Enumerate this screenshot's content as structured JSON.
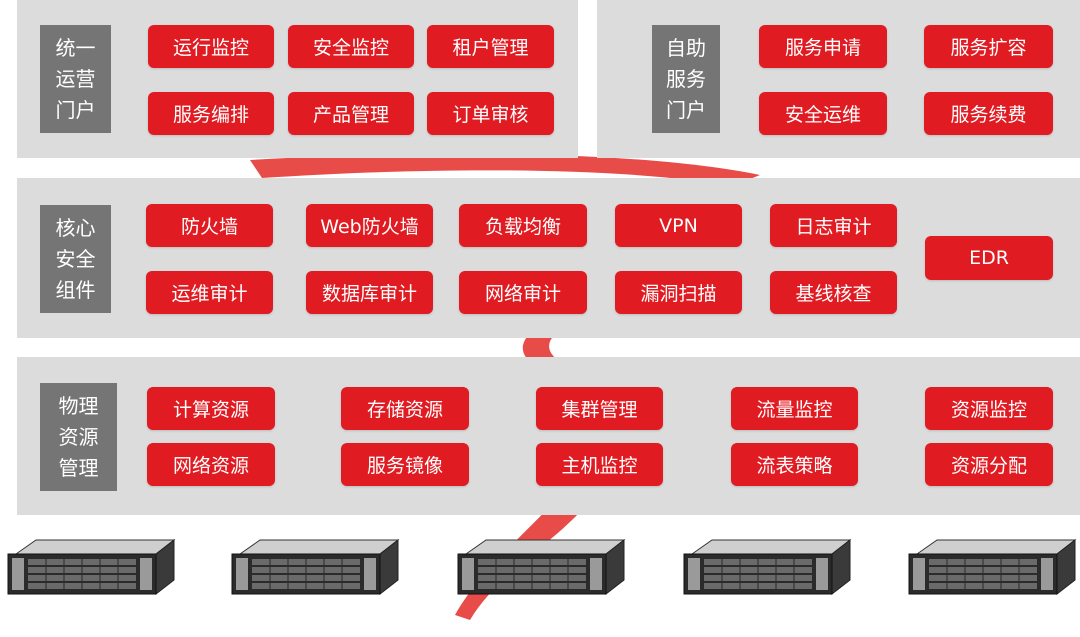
{
  "colors": {
    "accent": "#e01b22",
    "panel": "#dcdcdc",
    "label_bg": "#757575"
  },
  "portal_ops": {
    "label": [
      "统一",
      "运营",
      "门户"
    ],
    "items": [
      "运行监控",
      "安全监控",
      "租户管理",
      "服务编排",
      "产品管理",
      "订单审核"
    ]
  },
  "portal_self": {
    "label": [
      "自助",
      "服务",
      "门户"
    ],
    "items": [
      "服务申请",
      "服务扩容",
      "安全运维",
      "服务续费"
    ]
  },
  "security": {
    "label": [
      "核心",
      "安全",
      "组件"
    ],
    "items": [
      "防火墙",
      "Web防火墙",
      "负载均衡",
      "VPN",
      "日志审计",
      "运维审计",
      "数据库审计",
      "网络审计",
      "漏洞扫描",
      "基线核查",
      "EDR"
    ]
  },
  "physical": {
    "label": [
      "物理",
      "资源",
      "管理"
    ],
    "items": [
      "计算资源",
      "存储资源",
      "集群管理",
      "流量监控",
      "资源监控",
      "网络资源",
      "服务镜像",
      "主机监控",
      "流表策略",
      "资源分配"
    ]
  },
  "servers": {
    "icon": "rack-server-icon",
    "count": 5
  }
}
